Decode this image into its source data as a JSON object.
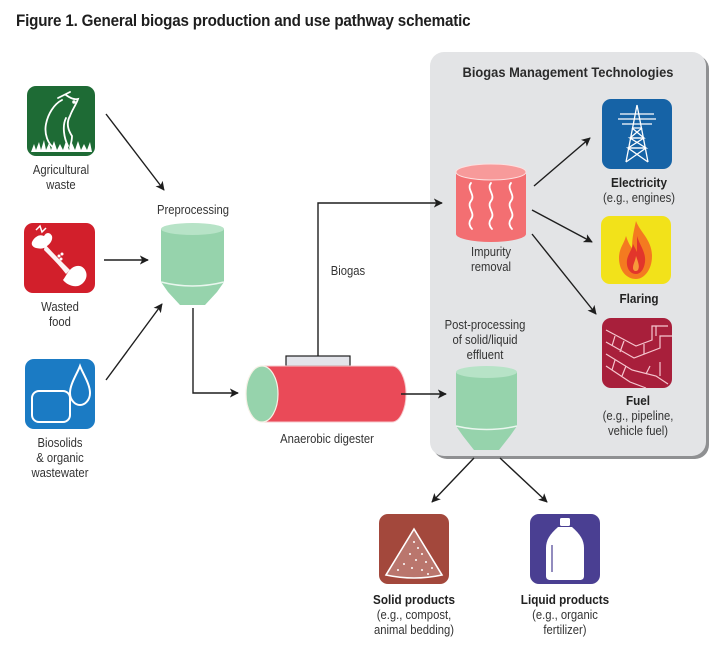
{
  "figure": {
    "title": "Figure 1. General biogas production and use pathway schematic"
  },
  "inputs": [
    {
      "icon": "cow-icon",
      "label_line1": "Agricultural",
      "label_line2": "waste",
      "color": "#1e6b35"
    },
    {
      "icon": "apple-core-icon",
      "label_line1": "Wasted",
      "label_line2": "food",
      "color": "#d21f2b"
    },
    {
      "icon": "water-drop-icon",
      "label_line1": "Biosolids",
      "label_line2": "& organic",
      "label_line3": "wastewater",
      "color": "#1b7bc4"
    }
  ],
  "preprocessing": {
    "label": "Preprocessing",
    "color": "#96d3ac"
  },
  "digester": {
    "label": "Anaerobic digester",
    "body_color": "#ea4a58",
    "end_color": "#96d3ac"
  },
  "biogas_flow": {
    "label": "Biogas"
  },
  "post_processing": {
    "label_line1": "Post-processing",
    "label_line2": "of solid/liquid",
    "label_line3": "effluent",
    "color": "#96d3ac"
  },
  "management_panel": {
    "title": "Biogas Management Technologies",
    "impurity_removal": {
      "label_line1": "Impurity",
      "label_line2": "removal",
      "color": "#f36f72"
    },
    "outputs": [
      {
        "icon": "power-tower-icon",
        "title": "Electricity",
        "subtitle": "(e.g., engines)",
        "color": "#1663a6"
      },
      {
        "icon": "flame-icon",
        "title": "Flaring",
        "subtitle": "",
        "color": "#f2e21a"
      },
      {
        "icon": "pipeline-icon",
        "title": "Fuel",
        "subtitle_line1": "(e.g., pipeline,",
        "subtitle_line2": "vehicle fuel)",
        "color": "#a81f3b"
      }
    ]
  },
  "products": [
    {
      "icon": "compost-pile-icon",
      "title": "Solid products",
      "subtitle_line1": "(e.g., compost,",
      "subtitle_line2": "animal bedding)",
      "color": "#a3483c"
    },
    {
      "icon": "jug-icon",
      "title": "Liquid products",
      "subtitle_line1": "(e.g., organic",
      "subtitle_line2": "fertilizer)",
      "color": "#4a3f92"
    }
  ]
}
